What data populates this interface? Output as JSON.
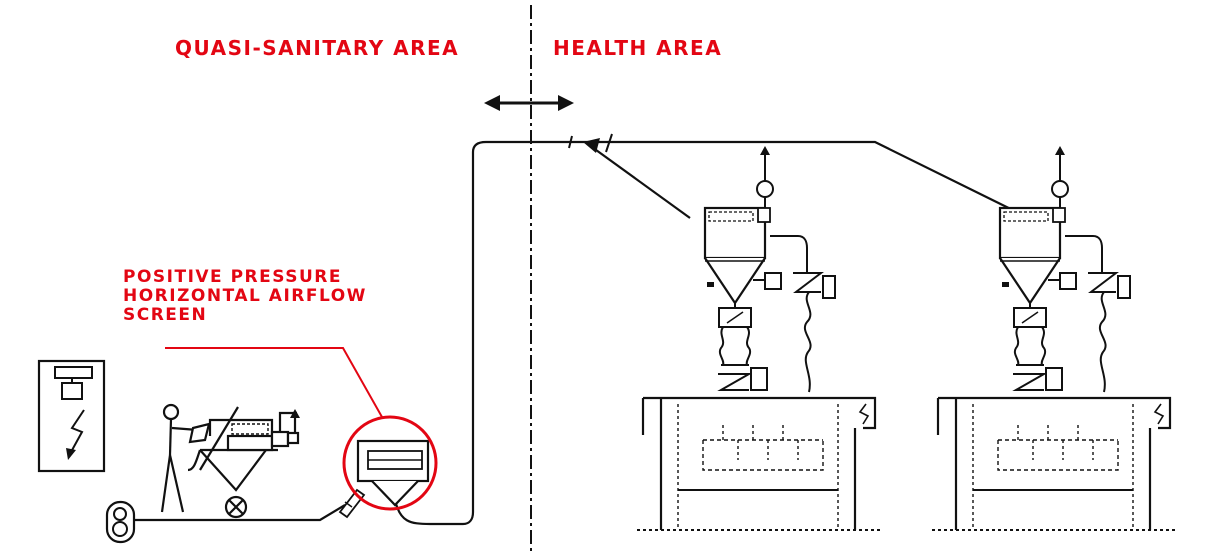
{
  "labels": {
    "left_area": "QUASI-SANITARY AREA",
    "right_area": "HEALTH AREA",
    "screen_lines": [
      "POSITIVE PRESSURE",
      "HORIZONTAL AIRFLOW",
      "SCREEN"
    ]
  },
  "colors": {
    "accent": "#e30613",
    "line": "#111111",
    "background": "#ffffff"
  }
}
